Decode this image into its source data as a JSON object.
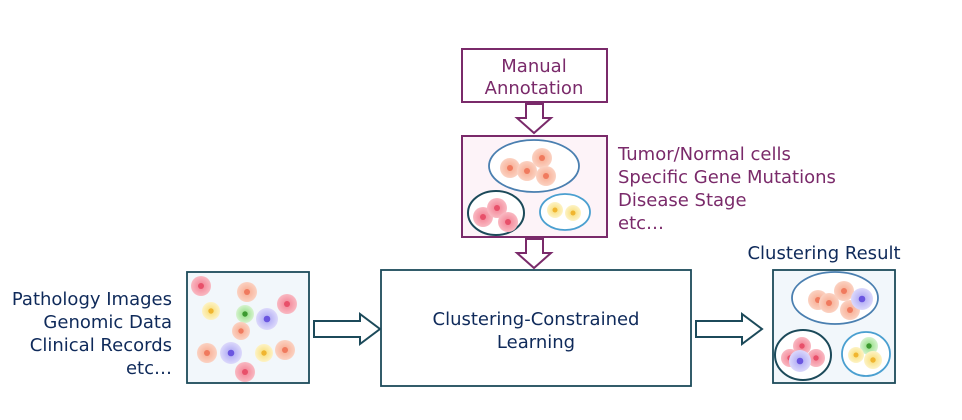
{
  "manual_annotation": {
    "line1": "Manual",
    "line2": "Annotation"
  },
  "annotation_types": [
    "Tumor/Normal cells",
    "Specific Gene Mutations",
    "Disease Stage",
    "etc…"
  ],
  "input_types": [
    "Pathology Images",
    "Genomic Data",
    "Clinical Records",
    "etc…"
  ],
  "process": {
    "line1": "Clustering-Constrained",
    "line2": "Learning"
  },
  "result_title": "Clustering Result",
  "colors": {
    "annotation_purple": "#7a2a6a",
    "navy": "#0f2a5a",
    "steel_blue": "#4a7fb0",
    "annotation_bg": "#fdf3f8",
    "panel_bg": "#f2f7fb",
    "cell_peach": "#f9bfa8",
    "cell_pink": "#f6a2ae",
    "cell_yellow": "#fbe99a",
    "cell_green": "#b5e8a8",
    "cell_lavender": "#c6c2f7"
  }
}
